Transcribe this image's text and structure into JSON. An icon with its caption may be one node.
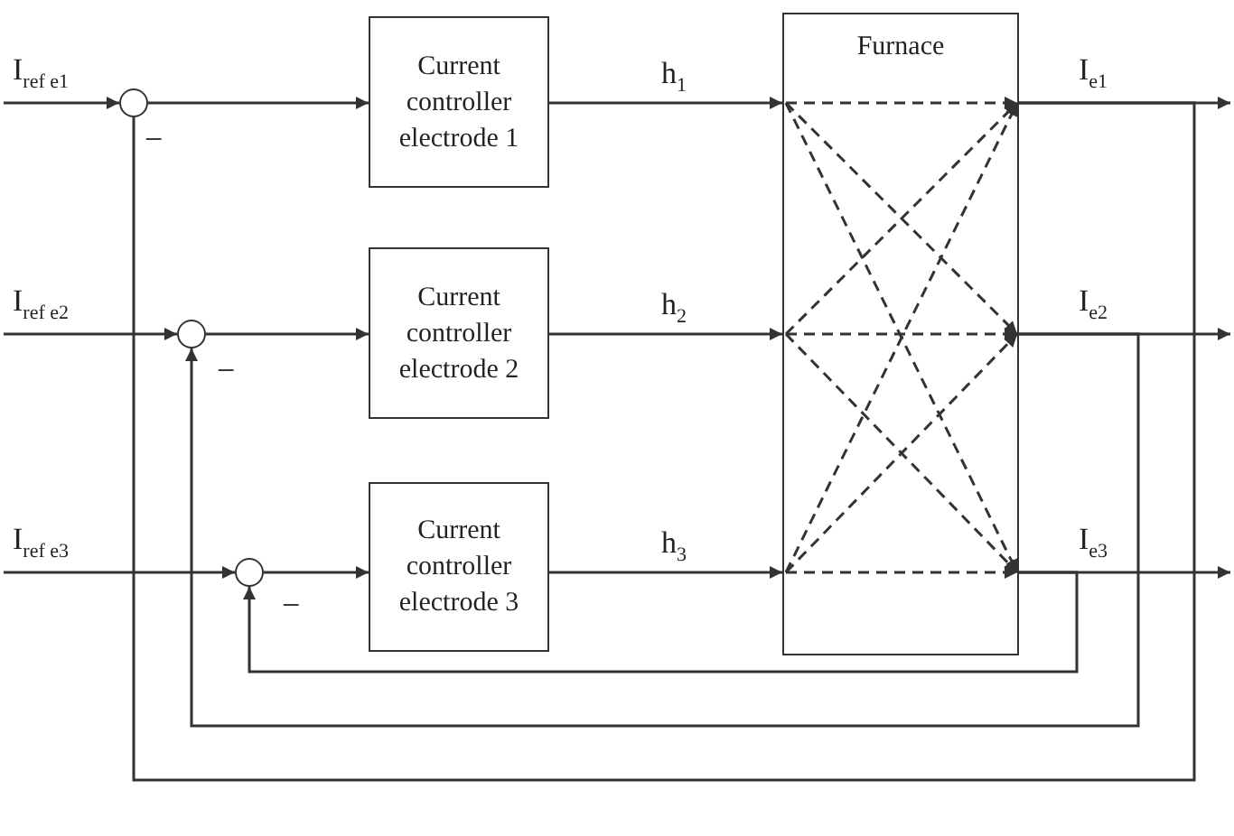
{
  "diagram": {
    "nodes": [
      {
        "text": [],
        "shape": "circle",
        "beside": [
          "−"
        ]
      },
      {
        "text": [
          "Current controller electrode 1"
        ]
      },
      {
        "text": [],
        "shape": "circle",
        "beside": [
          "−"
        ]
      },
      {
        "text": [
          "Current controller electrode 2"
        ]
      },
      {
        "text": [],
        "shape": "circle",
        "beside": [
          "−"
        ]
      },
      {
        "text": [
          "Current controller electrode 3"
        ]
      },
      {
        "text": [
          "Furnace"
        ]
      }
    ],
    "edges": [
      {
        "from": null,
        "to": 0,
        "arrow": "to",
        "label": "I$_{ref e1}$"
      },
      {
        "from": 0,
        "to": 1,
        "arrow": "to"
      },
      {
        "from": 1,
        "to": 6,
        "arrow": "to",
        "label": "h$_{1}$"
      },
      {
        "from": 6,
        "to": null,
        "arrow": "to",
        "label": "I$_{e1}$"
      },
      {
        "from": null,
        "to": 2,
        "arrow": "to",
        "label": "I$_{ref e2}$"
      },
      {
        "from": 2,
        "to": 3,
        "arrow": "to"
      },
      {
        "from": 3,
        "to": 6,
        "arrow": "to",
        "label": "h$_{2}$"
      },
      {
        "from": 6,
        "to": null,
        "arrow": "to",
        "label": "I$_{e2}$"
      },
      {
        "from": null,
        "to": 4,
        "arrow": "to",
        "label": "I$_{ref e3}$"
      },
      {
        "from": 4,
        "to": 5,
        "arrow": "to"
      },
      {
        "from": 5,
        "to": 6,
        "arrow": "to",
        "label": "h$_{3}$"
      },
      {
        "from": 6,
        "to": null,
        "arrow": "to",
        "label": "I$_{e3}$"
      },
      {
        "from": 6,
        "to": 0,
        "arrow": "none"
      },
      {
        "from": 6,
        "to": 2,
        "arrow": "to"
      },
      {
        "from": 6,
        "to": 4,
        "arrow": "to"
      }
    ]
  }
}
